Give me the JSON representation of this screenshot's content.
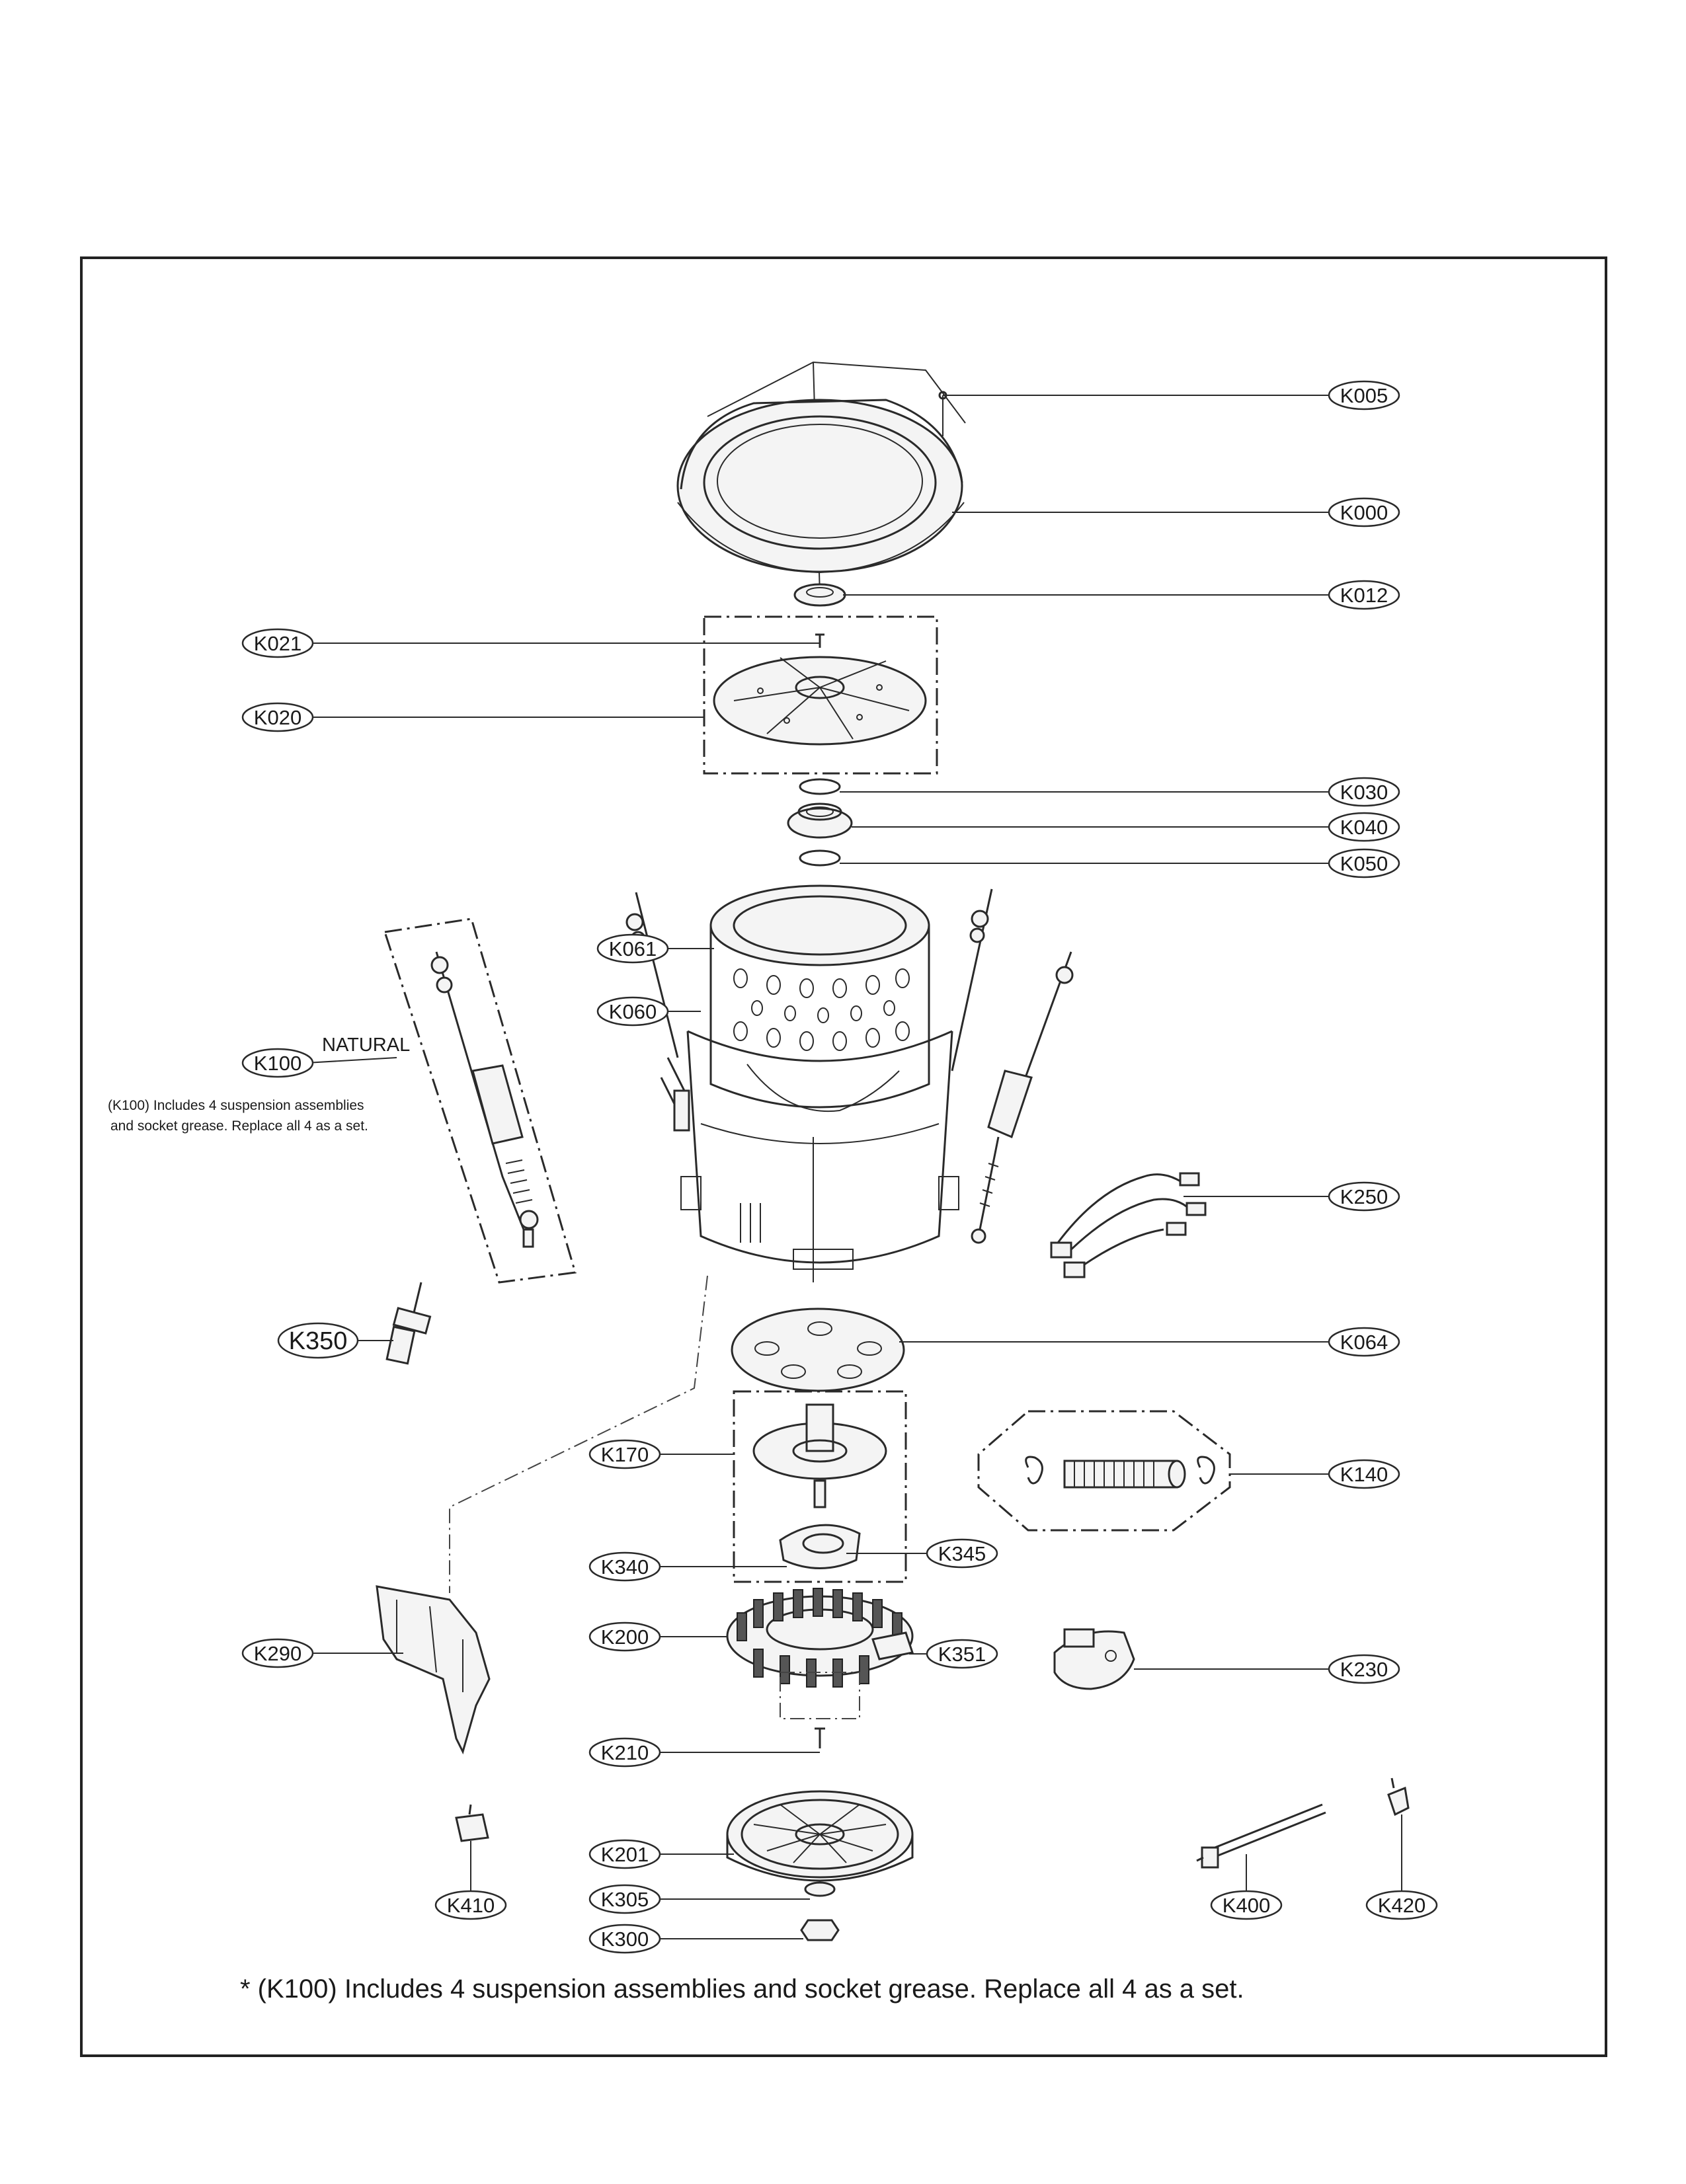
{
  "callouts": {
    "k005": "K005",
    "k000": "K000",
    "k012": "K012",
    "k021": "K021",
    "k020": "K020",
    "k030": "K030",
    "k040": "K040",
    "k050": "K050",
    "k061": "K061",
    "k060": "K060",
    "k100": "K100",
    "k250": "K250",
    "k350": "K350",
    "k064": "K064",
    "k170": "K170",
    "k140": "K140",
    "k340": "K340",
    "k345": "K345",
    "k200": "K200",
    "k351": "K351",
    "k290": "K290",
    "k230": "K230",
    "k210": "K210",
    "k201": "K201",
    "k410": "K410",
    "k305": "K305",
    "k400": "K400",
    "k420": "K420",
    "k300": "K300"
  },
  "labels": {
    "natural": "NATURAL",
    "side_note_line1": "(K100) Includes 4 suspension assemblies",
    "side_note_line2": "and socket grease. Replace all 4 as a set."
  },
  "footnote": "* (K100) Includes 4 suspension assemblies and socket grease. Replace all 4 as a set."
}
